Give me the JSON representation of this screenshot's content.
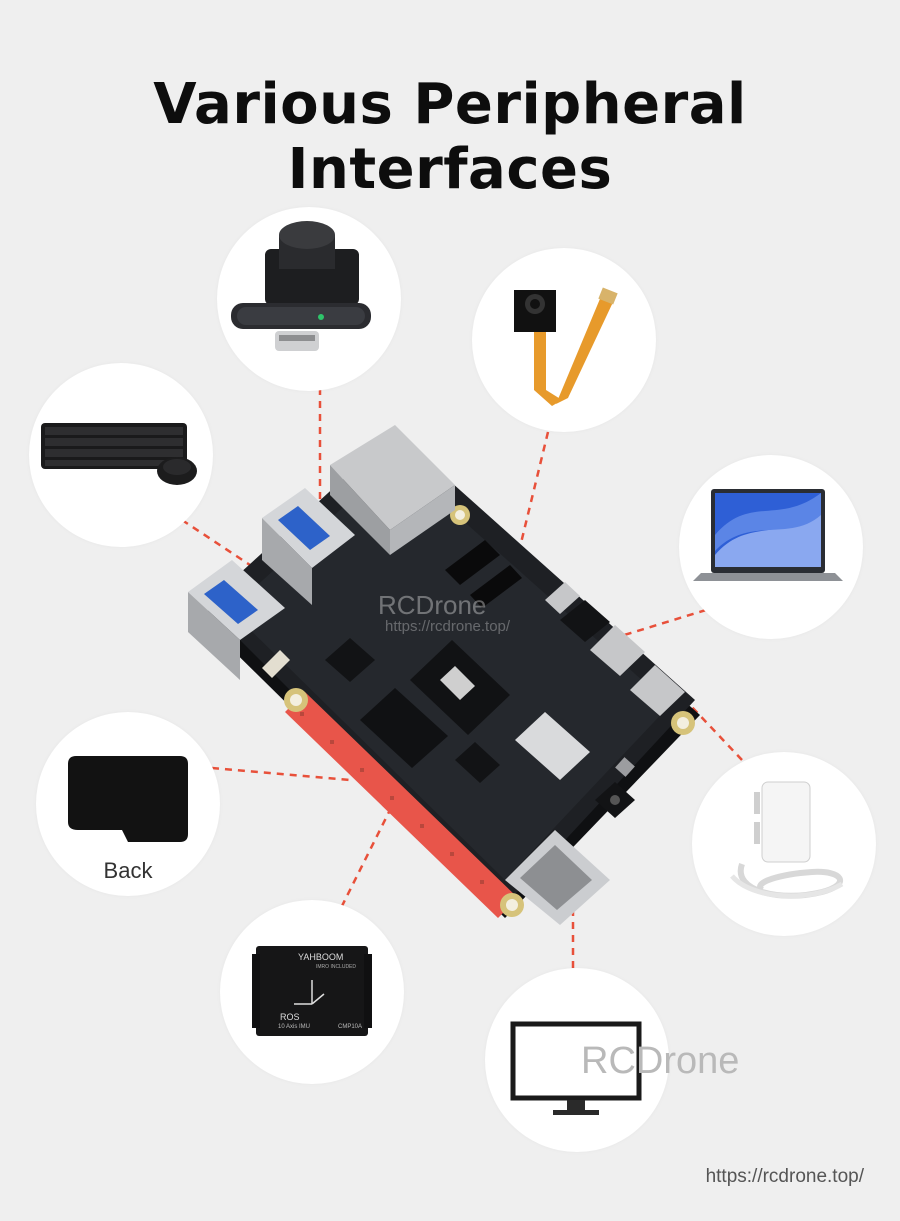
{
  "title": "Various Peripheral Interfaces",
  "peripherals": [
    {
      "name": "depth camera and lidar",
      "icon": "lidar-depth-camera-icon"
    },
    {
      "name": "csi camera",
      "icon": "csi-camera-icon"
    },
    {
      "name": "keyboard and mouse",
      "icon": "keyboard-mouse-icon"
    },
    {
      "name": "laptop",
      "icon": "laptop-icon"
    },
    {
      "name": "microsd card",
      "icon": "microsd-card-icon",
      "label": "Back"
    },
    {
      "name": "power adapter",
      "icon": "power-adapter-icon"
    },
    {
      "name": "imu module",
      "icon": "imu-module-icon"
    },
    {
      "name": "hdmi monitor",
      "icon": "monitor-icon"
    }
  ],
  "imu": {
    "brand": "YAHBOOM",
    "model": "CMP10A",
    "ros_label": "ROS",
    "desc": "10 Axis IMU",
    "badge": "IMRO INCLUDED"
  },
  "watermark": {
    "board_text": "RCDrone",
    "board_url": "https://rcdrone.top/",
    "monitor_text": "RCDrone"
  },
  "footer_url": "https://rcdrone.top/",
  "colors": {
    "background": "#efefef",
    "circle": "#ffffff",
    "connector": "#e8503a",
    "board": "#1b1c1f",
    "gpio": "#e8554a"
  }
}
